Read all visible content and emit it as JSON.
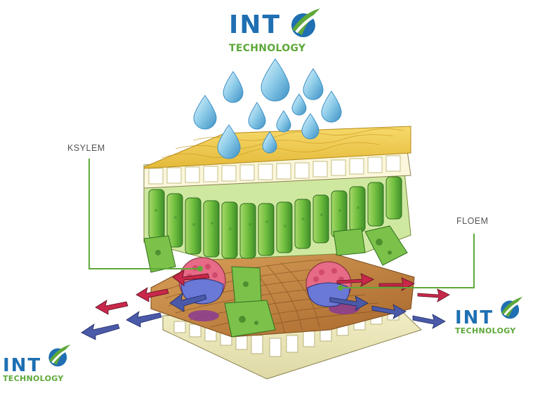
{
  "labels": {
    "xylem": "KSYLEM",
    "phloem": "FLOEM"
  },
  "logo": {
    "int": "INT",
    "tech": "TECHNOLOGY"
  },
  "colors": {
    "brand_blue": "#1f6fb2",
    "brand_green": "#5ea83a",
    "cuticle": "#f0c744",
    "mesophyll": "#7cc24a",
    "callout_line": "#5ea83a",
    "arrow_red": "#c8284a",
    "arrow_blue": "#4a5aa8",
    "water": "#8ccbe8"
  },
  "icons": {
    "logo_mark": "swoosh-globe-icon",
    "drops": "water-drop-icon"
  }
}
